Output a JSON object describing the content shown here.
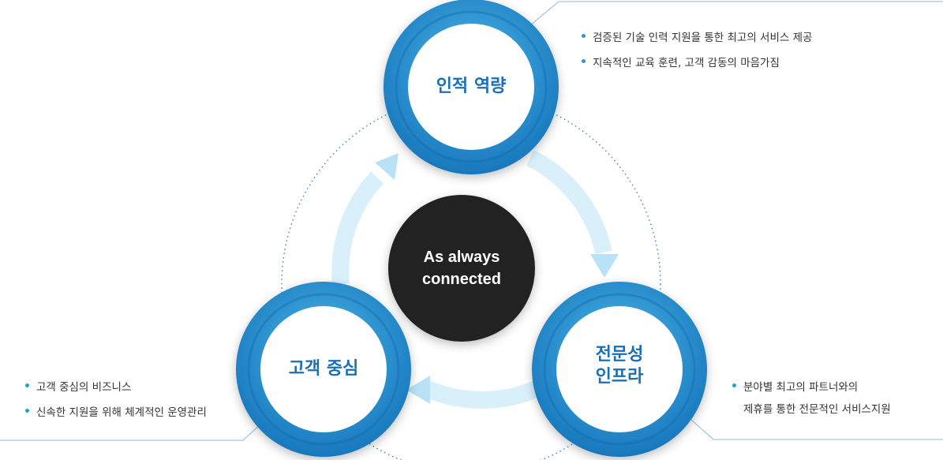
{
  "center": {
    "line1": "As always",
    "line2": "connected"
  },
  "nodes": {
    "top": {
      "label": "인적 역량"
    },
    "right": {
      "line1": "전문성",
      "line2": "인프라"
    },
    "left": {
      "label": "고객 중심"
    }
  },
  "descriptions": {
    "top": [
      "검증된 기술 인력 지원을 통한 최고의 서비스 제공",
      "지속적인 교육 훈련, 고객 감동의 마음가짐"
    ],
    "left": [
      "고객 중심의  비즈니스",
      "신속한 지원을 위해 체계적인 운영관리"
    ],
    "right": {
      "line1": "분야별 최고의 파트너와의",
      "line2": "제휴를 통한 전문적인 서비스지원"
    }
  },
  "colors": {
    "ring_dark": "#1e88c8",
    "ring_light": "#3aaee0",
    "label": "#1a6fb5",
    "center": "#242424",
    "arrow": "#d6effa",
    "dotted": "#2b7bbd"
  }
}
